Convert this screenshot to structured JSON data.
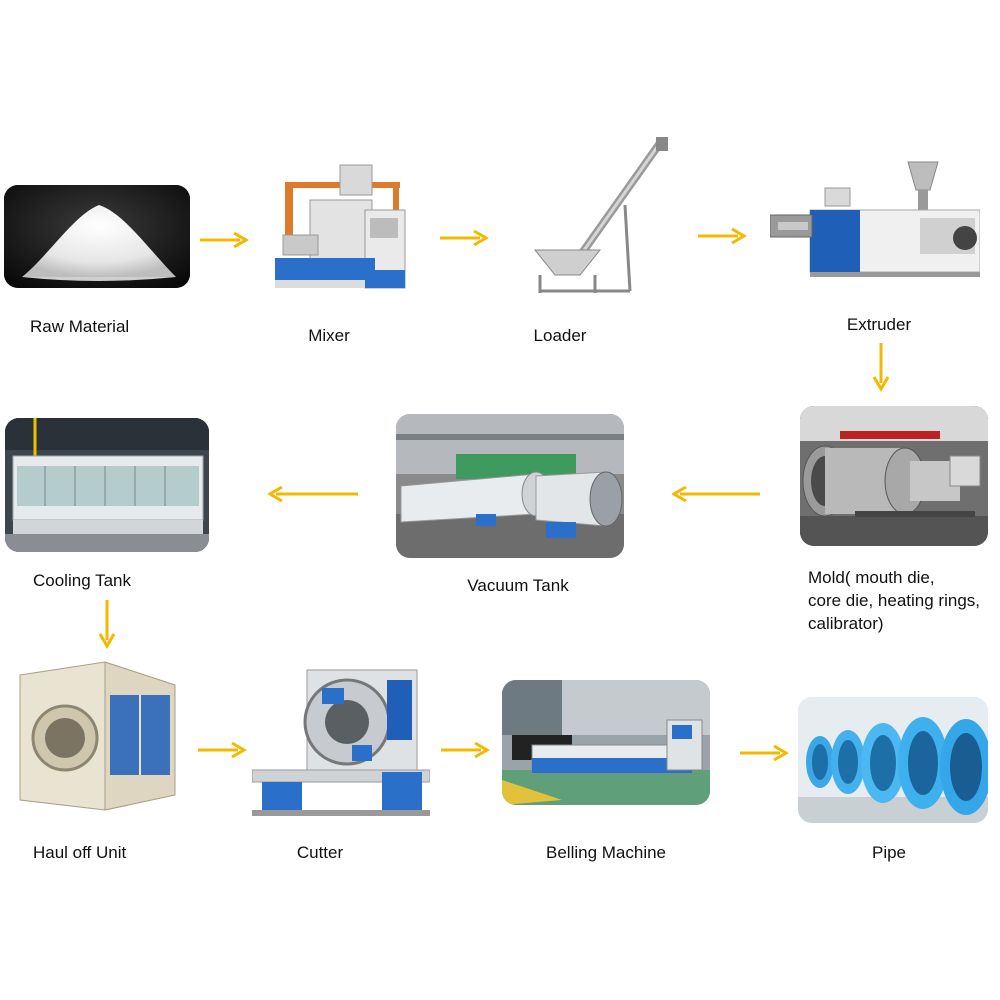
{
  "title": "PVC Pipe Production Line",
  "accent_color": "#F5B800",
  "steps": [
    {
      "label": "Raw  Material"
    },
    {
      "label": "Mixer"
    },
    {
      "label": "Loader"
    },
    {
      "label": "Extruder"
    },
    {
      "label": "Mold( mouth die,\ncore die, heating rings,\ncalibrator)"
    },
    {
      "label": "Vacuum Tank"
    },
    {
      "label": "Cooling Tank"
    },
    {
      "label": "Haul off Unit"
    },
    {
      "label": "Cutter"
    },
    {
      "label": "Belling Machine"
    },
    {
      "label": "Pipe"
    }
  ]
}
